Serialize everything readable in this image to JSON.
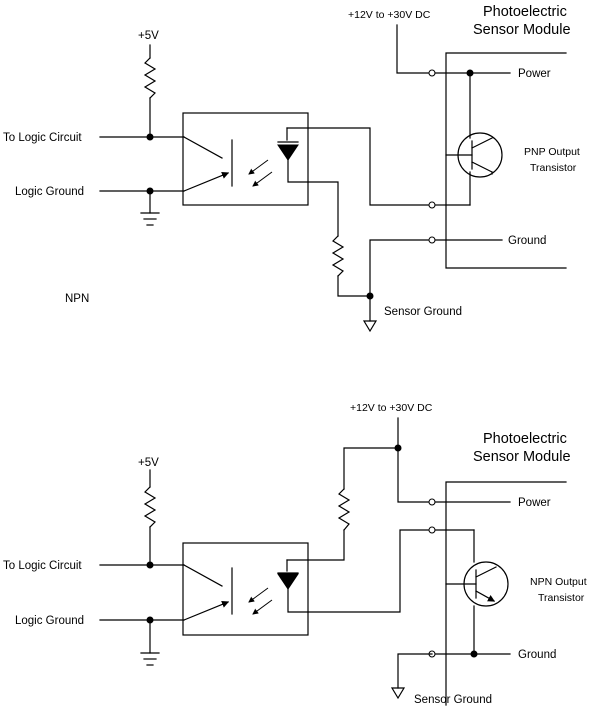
{
  "top": {
    "supply_v": "+5V",
    "to_logic": "To Logic Circuit",
    "logic_ground": "Logic Ground",
    "supply_dc": "+12V to +30V DC",
    "module_title_1": "Photoelectric",
    "module_title_2": "Sensor Module",
    "power": "Power",
    "ground": "Ground",
    "transistor_1": "PNP Output",
    "transistor_2": "Transistor",
    "sensor_ground": "Sensor Ground",
    "caption": "NPN"
  },
  "bottom": {
    "supply_v": "+5V",
    "to_logic": "To Logic Circuit",
    "logic_ground": "Logic Ground",
    "supply_dc": "+12V to +30V DC",
    "module_title_1": "Photoelectric",
    "module_title_2": "Sensor Module",
    "power": "Power",
    "ground": "Ground",
    "transistor_1": "NPN Output",
    "transistor_2": "Transistor",
    "sensor_ground": "Sensor Ground"
  }
}
